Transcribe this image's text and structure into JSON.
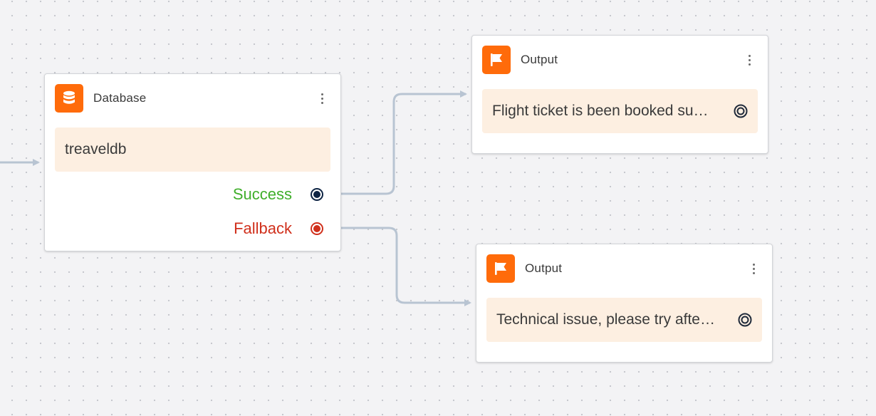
{
  "colors": {
    "accent": "#ff6b0a",
    "body_fill": "#fdefe1",
    "success": "#3fae2a",
    "fallback": "#d0301c",
    "success_port": "#0e2444",
    "wire": "#b8c4d2"
  },
  "nodes": {
    "database": {
      "title": "Database",
      "icon": "database-icon",
      "value": "treaveldb",
      "outputs": {
        "success": "Success",
        "fallback": "Fallback"
      }
    },
    "output_success": {
      "title": "Output",
      "icon": "flag-icon",
      "value": "Flight ticket is been booked su…"
    },
    "output_fallback": {
      "title": "Output",
      "icon": "flag-icon",
      "value": "Technical issue, please try afte…"
    }
  }
}
